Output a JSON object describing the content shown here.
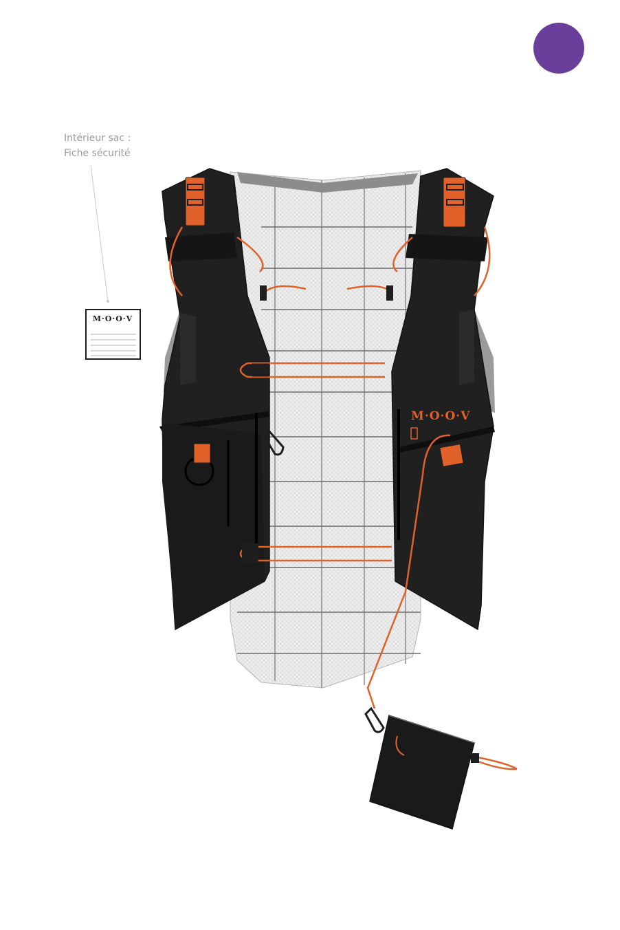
{
  "caption": {
    "line1": "Intérieur sac :",
    "line2": "Fiche sécurité"
  },
  "card": {
    "brand": "M·O·O·V"
  },
  "vest": {
    "brand": "M·O·O·V"
  },
  "colors": {
    "accent_orange": "#e0622a",
    "vest_black": "#1e1e1e",
    "mesh_gray": "#e6e6e6",
    "marker_purple": "#6a3f9b",
    "caption_gray": "#9a9a9a"
  },
  "icons": {
    "marker": "purple-dot-icon",
    "safety_card": "safety-card-icon",
    "pouch": "pouch-icon",
    "carabiner": "carabiner-icon"
  }
}
